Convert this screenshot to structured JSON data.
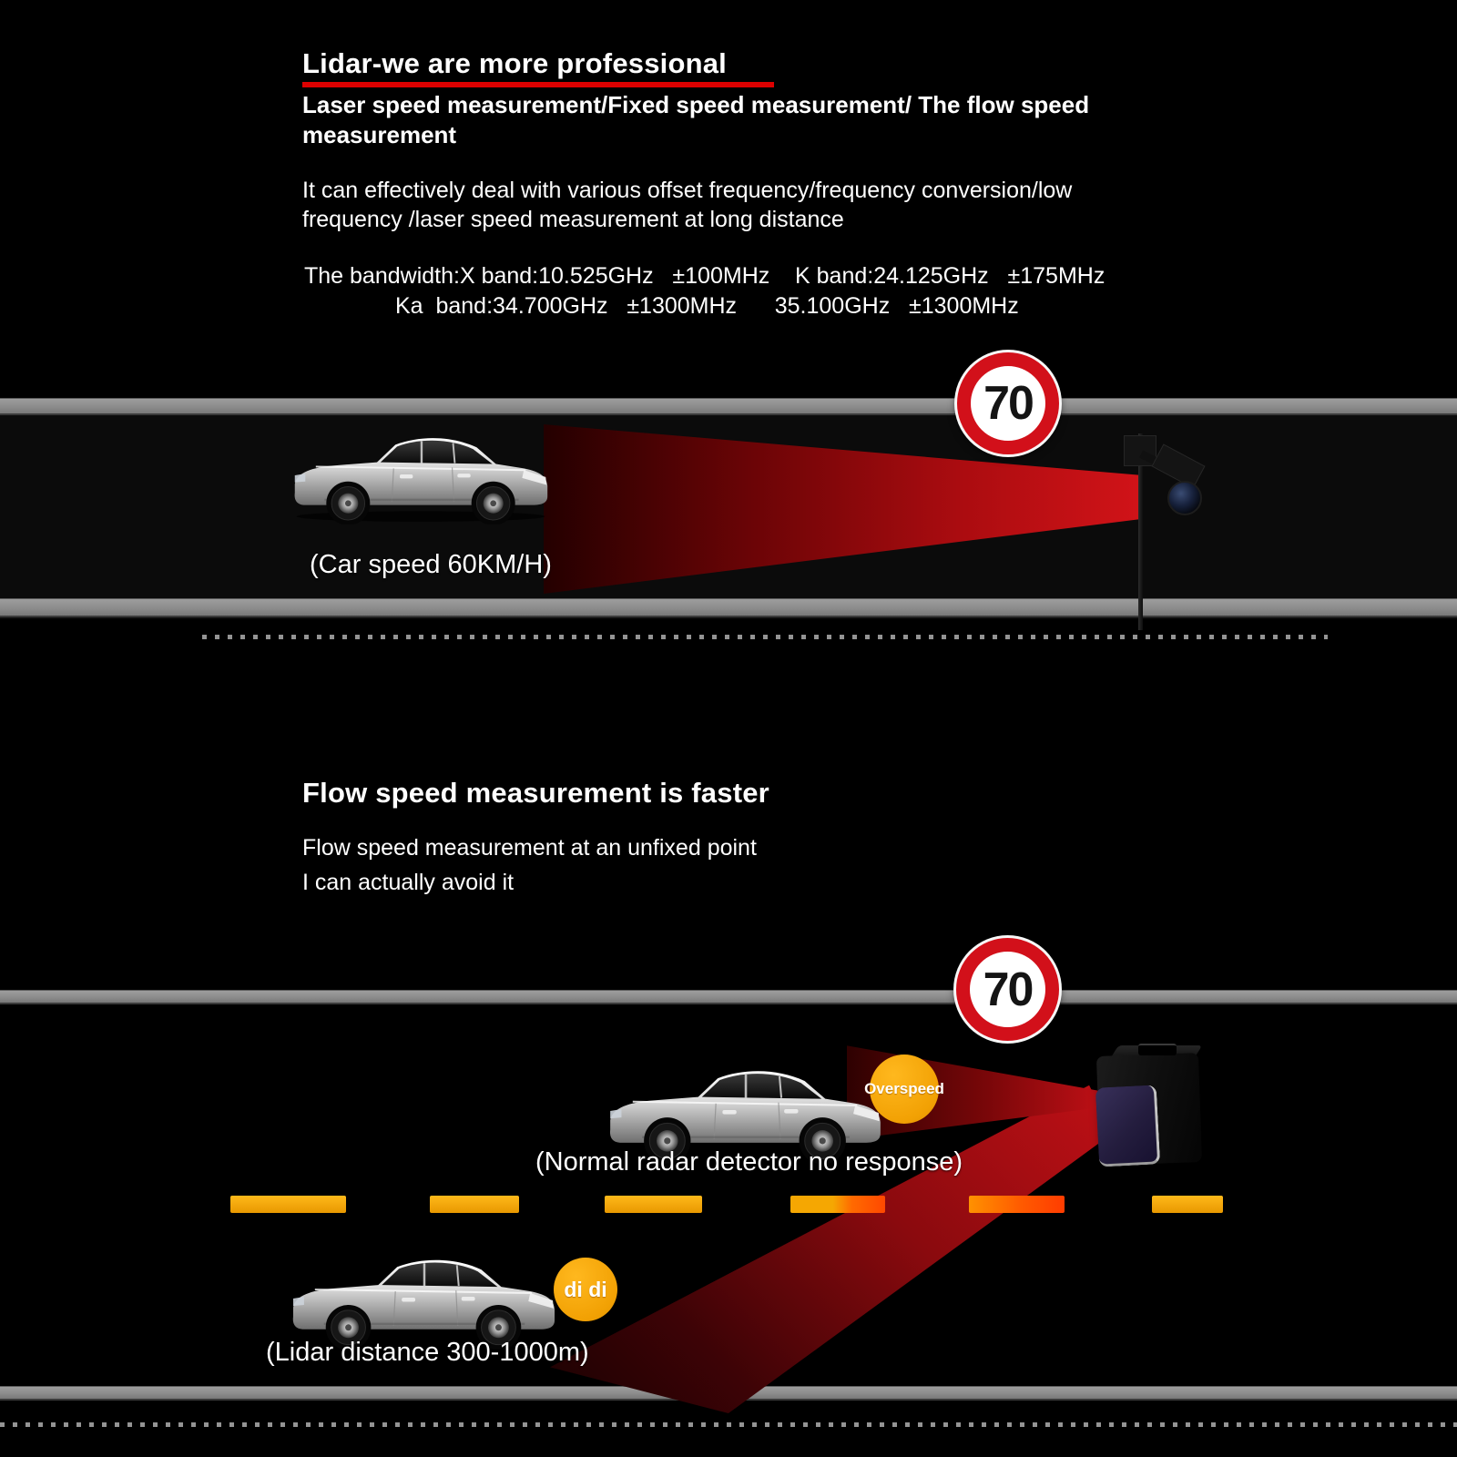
{
  "header": {
    "title": "Lidar-we are more professional",
    "subtitle_lines": [
      "Laser speed measurement/Fixed speed measurement/ The flow speed",
      "measurement"
    ],
    "body_lines": [
      "It can effectively deal with various offset frequency/frequency conversion/low",
      "frequency /laser speed measurement at long distance"
    ],
    "bandwidth_line1": "The bandwidth:X band:10.525GHz   ±100MHz    K band:24.125GHz   ±175MHz",
    "bandwidth_line2": "Ka  band:34.700GHz   ±1300MHz      35.100GHz   ±1300MHz"
  },
  "scene1": {
    "speed_limit": "70",
    "car_caption": "(Car speed 60KM/H)"
  },
  "flow_section": {
    "heading": "Flow speed measurement is faster",
    "line1": "Flow speed measurement at an unfixed point",
    "line2": "I can actually avoid it"
  },
  "scene2": {
    "speed_limit": "70",
    "overspeed_badge": "Overspeed",
    "normal_caption": "(Normal radar detector no response)",
    "didi_badge": "di di",
    "lidar_caption": "(Lidar distance 300-1000m)"
  },
  "colors": {
    "background": "#000000",
    "beam_red": "#d11318",
    "sign_ring_red": "#d2101a",
    "underline_red": "#dd0000",
    "badge_orange": "#f2a104",
    "lane_dash_orange": "#f0a300",
    "road_strip_gray": "#8c8c8c",
    "text_white": "#ffffff"
  }
}
